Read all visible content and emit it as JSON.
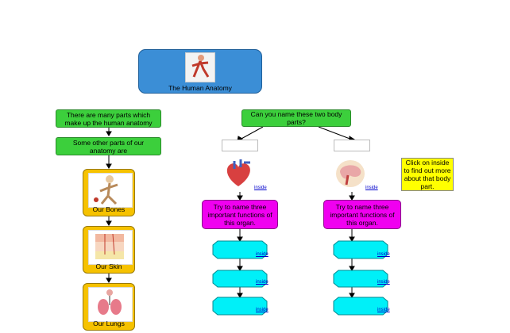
{
  "title": "The Human Anatomy",
  "left": {
    "intro": "There are many parts which make up the human anatomy",
    "other": "Some other parts of our anatomy are",
    "cards": [
      "Our Bones",
      "Our Skin",
      "Our Lungs"
    ]
  },
  "right": {
    "question": "Can you name these two body parts?",
    "note": "Click on inside to find out more about that body part.",
    "link_label": "inside",
    "task": "Try to name three important functions of this organ."
  },
  "colors": {
    "title_box": "#3b8ed6",
    "green": "#3ccf3c",
    "magenta": "#f000f0",
    "gold": "#f6c200",
    "cyan": "#00f0f8",
    "note": "#ffff00"
  }
}
